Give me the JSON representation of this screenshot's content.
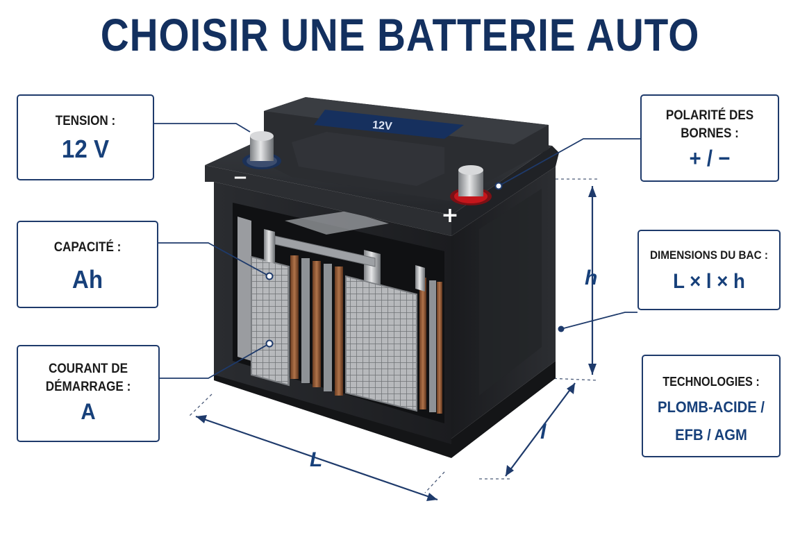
{
  "title": "CHOISIR UNE BATTERIE AUTO",
  "battery_label": "12V",
  "terminal_signs": {
    "negative": "−",
    "positive": "+"
  },
  "callouts": {
    "tension": {
      "label": "TENSION :",
      "value": "12 V"
    },
    "capacite": {
      "label": "CAPACITÉ :",
      "value": "Ah"
    },
    "courant": {
      "label_line1": "COURANT DE",
      "label_line2": "DÉMARRAGE :",
      "value": "A"
    },
    "polarite": {
      "label_line1": "POLARITÉ DES",
      "label_line2": "BORNES :",
      "value": "+ / −"
    },
    "dimensions": {
      "label": "DIMENSIONS DU BAC :",
      "value": "L × l × h"
    },
    "technologies": {
      "label": "TECHNOLOGIES :",
      "value_line1": "PLOMB-ACIDE /",
      "value_line2": "EFB / AGM"
    }
  },
  "dimension_labels": {
    "length": "L",
    "width": "l",
    "height": "h"
  },
  "colors": {
    "title": "#13305f",
    "accent": "#17407a",
    "border": "#1e3a6b",
    "battery": "#1f2124"
  }
}
